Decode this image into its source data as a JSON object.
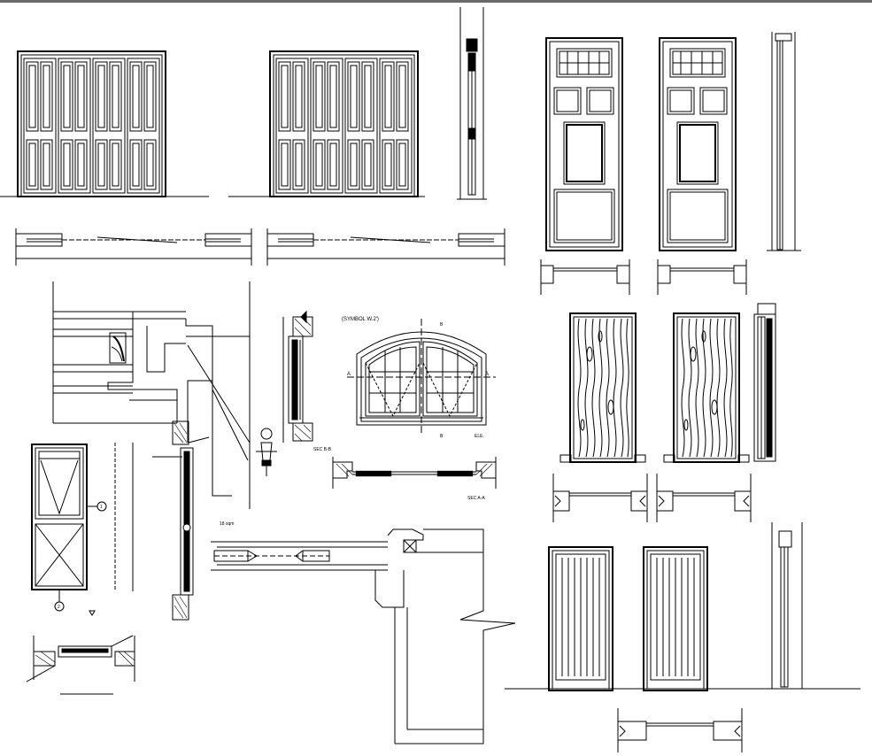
{
  "colors": {
    "line": "#000000",
    "background": "#ffffff",
    "top_border": "#6b6b6b"
  },
  "labels": {
    "window_title": "(SYMBOL W.2')",
    "section_a": "A",
    "section_a_right": "A",
    "section_b_top": "B",
    "section_b_bottom": "B",
    "elevation": "ELE.",
    "sec_bb": "SEC B-B",
    "sec_aa": "SEC A-A",
    "handle_note": "18 sqm",
    "window_callout_1": "1",
    "window_callout_2": "2"
  }
}
